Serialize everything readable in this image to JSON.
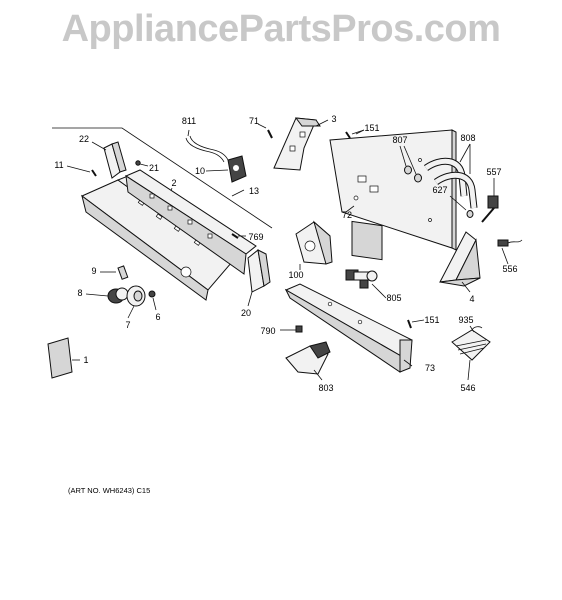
{
  "watermark": "AppliancePartsPros.com",
  "art_note": "(ART NO. WH6243) C15",
  "callouts": {
    "p1": "1",
    "p2": "2",
    "p3": "3",
    "p4": "4",
    "p6": "6",
    "p7": "7",
    "p8": "8",
    "p9": "9",
    "p10": "10",
    "p11": "11",
    "p13": "13",
    "p20": "20",
    "p21": "21",
    "p22": "22",
    "p71": "71",
    "p72": "72",
    "p73": "73",
    "p100": "100",
    "p151a": "151",
    "p151b": "151",
    "p546": "546",
    "p556": "556",
    "p557": "557",
    "p627": "627",
    "p769": "769",
    "p790": "790",
    "p803": "803",
    "p805": "805",
    "p807": "807",
    "p808": "808",
    "p811": "811",
    "p935": "935"
  }
}
